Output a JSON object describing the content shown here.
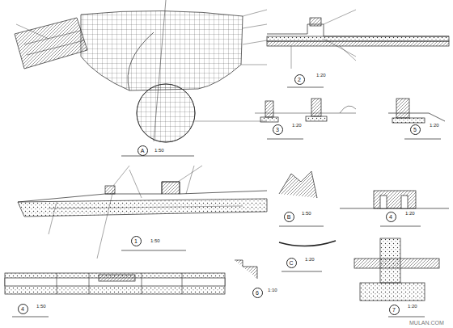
{
  "diagram": {
    "nodes": [
      {
        "text": [
          "A"
        ]
      },
      {
        "text": [
          "2"
        ]
      },
      {
        "text": [
          "3"
        ]
      },
      {
        "text": [
          "5"
        ]
      },
      {
        "text": [
          "1"
        ]
      },
      {
        "text": [
          "B"
        ]
      },
      {
        "text": [
          "4"
        ]
      },
      {
        "text": [
          "C"
        ]
      },
      {
        "text": [
          "6"
        ]
      },
      {
        "text": [
          "4"
        ]
      },
      {
        "text": [
          "7"
        ]
      }
    ],
    "labels": [
      "1:50",
      "1:20",
      "1:20",
      "1:20",
      "1:50",
      "1:50",
      "1:20",
      "1:20",
      "1:10",
      "1:50",
      "1:20",
      "MULAN.COM"
    ]
  }
}
